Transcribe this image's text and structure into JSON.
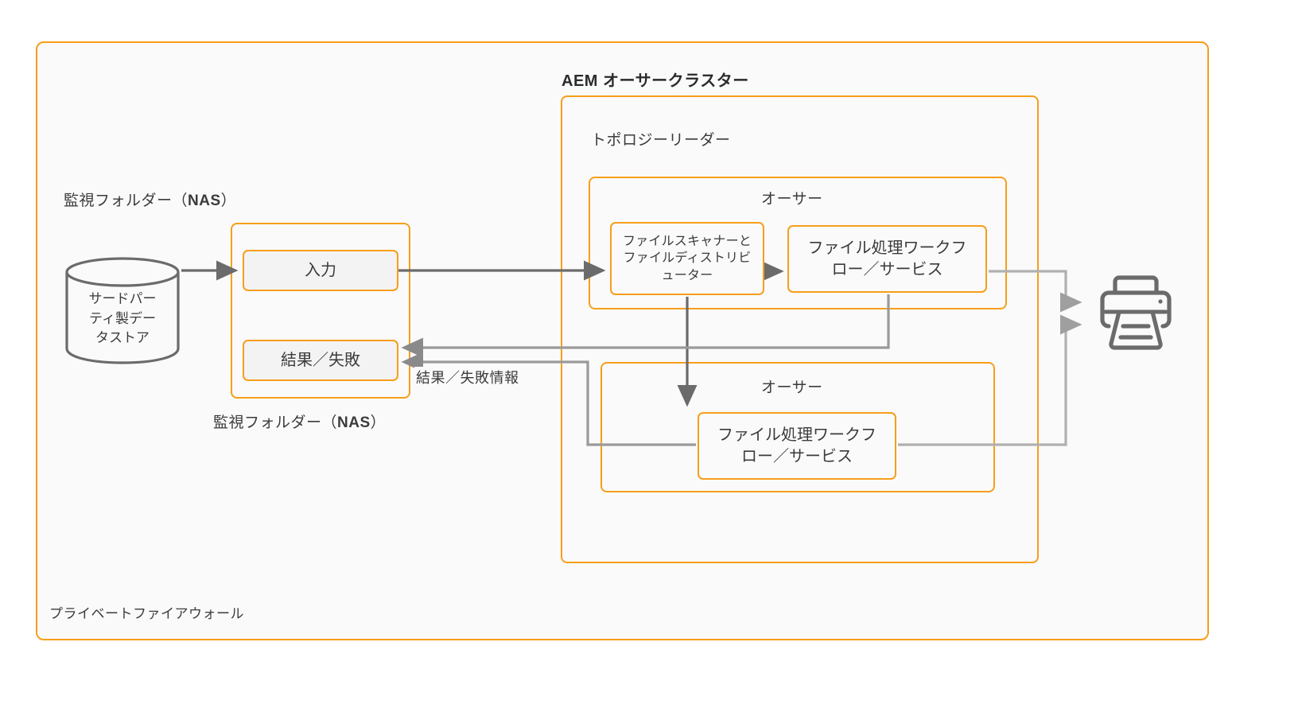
{
  "diagram": {
    "title_bold_prefix": "AEM",
    "firewall": {
      "label": "プライベートファイアウォール"
    },
    "cluster": {
      "label": "AEM オーサークラスター"
    },
    "topology": {
      "label": "トポロジーリーダー"
    },
    "authors": [
      {
        "label": "オーサー"
      },
      {
        "label": "オーサー"
      }
    ],
    "nas": {
      "top_label_text": "監視フォルダー（NAS）",
      "top_label_plain": "監視フォルダー（",
      "top_label_bold": "NAS",
      "top_label_close": "）",
      "bottom_label_text": "監視フォルダー（NAS）",
      "bottom_label_plain": "監視フォルダー（",
      "bottom_label_bold": "NAS",
      "bottom_label_close": "）"
    },
    "nodes": {
      "datastore": "サードパーティ製データストア",
      "datastore_line1": "サードパー",
      "datastore_line2": "ティ製デー",
      "datastore_line3": "タストア",
      "input": "入力",
      "result": "結果／失敗",
      "scanner": "ファイルスキャナーとファイルディストリビューター",
      "scanner_line1": "ファイルスキャナーと",
      "scanner_line2": "ファイルディストリビ",
      "scanner_line3": "ューター",
      "workflow_1": "ファイル処理ワークフロー／サービス",
      "workflow_1_line1": "ファイル処理ワークフ",
      "workflow_1_line2": "ロー／サービス",
      "workflow_2": "ファイル処理ワークフロー／サービス",
      "workflow_2_line1": "ファイル処理ワークフ",
      "workflow_2_line2": "ロー／サービス",
      "printer": "printer-icon"
    },
    "edges": [
      {
        "name": "datastore-to-input",
        "label": ""
      },
      {
        "name": "input-to-scanner",
        "label": ""
      },
      {
        "name": "scanner-to-workflow1",
        "label": ""
      },
      {
        "name": "scanner-to-workflow2",
        "label": ""
      },
      {
        "name": "workflow1-to-result",
        "label": ""
      },
      {
        "name": "workflow2-to-result",
        "label": "結果／失敗情報"
      },
      {
        "name": "workflow1-to-printer",
        "label": ""
      },
      {
        "name": "workflow2-to-printer",
        "label": ""
      }
    ],
    "colors": {
      "accent_orange": "#f79e1b",
      "arrow_dark": "#6b6b6b",
      "arrow_light": "#adadad",
      "panel_fill": "#fafafa",
      "node_fill": "#f3f3f3",
      "text": "#3b3b3b"
    }
  }
}
